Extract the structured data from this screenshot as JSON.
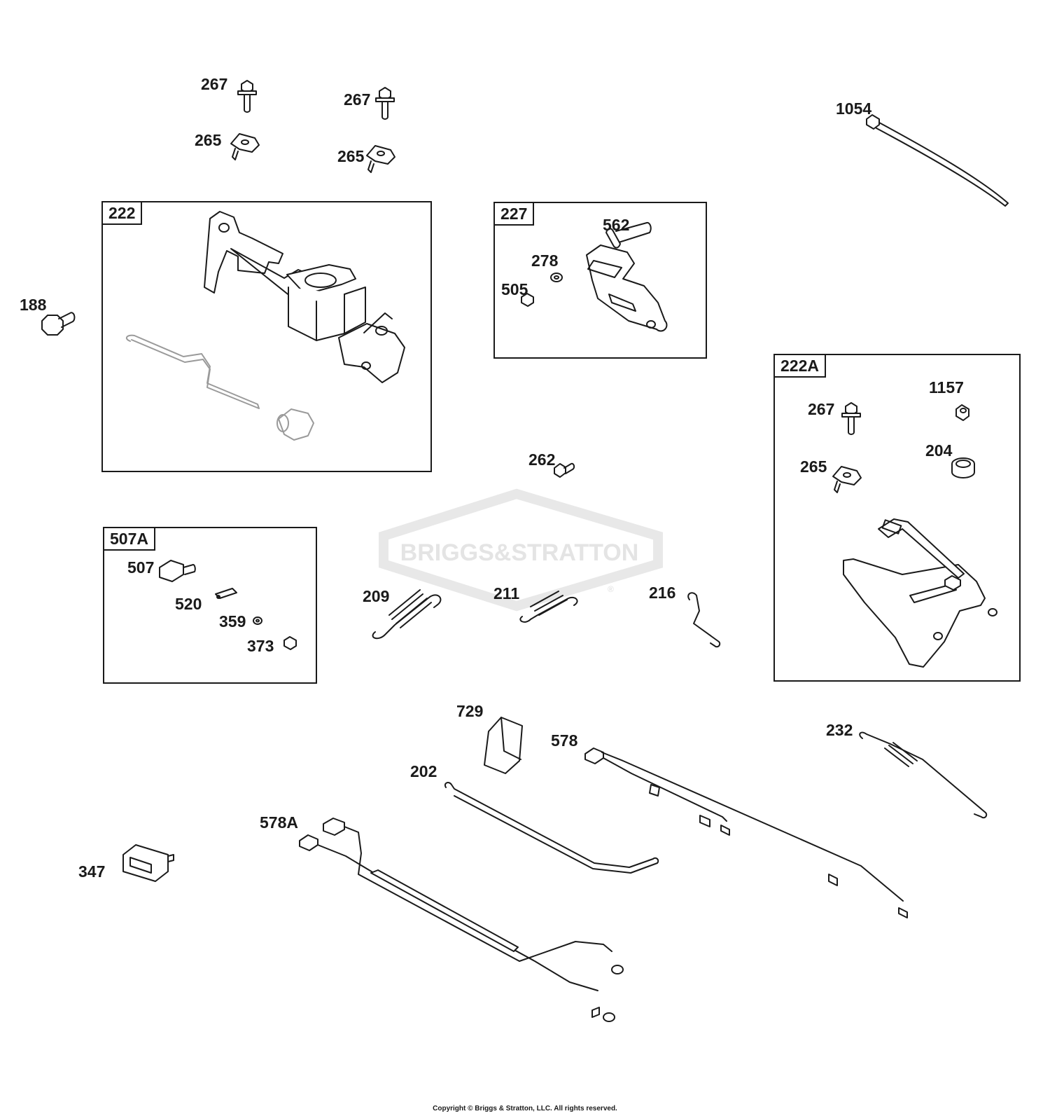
{
  "watermark": {
    "brand": "BRIGGS&STRATTON",
    "mark": "®"
  },
  "boxes": {
    "b222": "222",
    "b227": "227",
    "b507A": "507A",
    "b222A": "222A"
  },
  "labels": {
    "l267a": "267",
    "l267b": "267",
    "l265a": "265",
    "l265b": "265",
    "l1054": "1054",
    "l188": "188",
    "l562": "562",
    "l278": "278",
    "l505": "505",
    "l1157": "1157",
    "l267c": "267",
    "l204": "204",
    "l265c": "265",
    "l262": "262",
    "l507": "507",
    "l520": "520",
    "l359": "359",
    "l373": "373",
    "l209": "209",
    "l211": "211",
    "l216": "216",
    "l729": "729",
    "l578": "578",
    "l232": "232",
    "l202": "202",
    "l578A": "578A",
    "l347": "347"
  },
  "copyright": "Copyright © Briggs & Stratton, LLC. All rights reserved.",
  "colors": {
    "line": "#1a1a1a",
    "watermark": "#e6e6e6",
    "ghost": "#9a9a9a"
  }
}
